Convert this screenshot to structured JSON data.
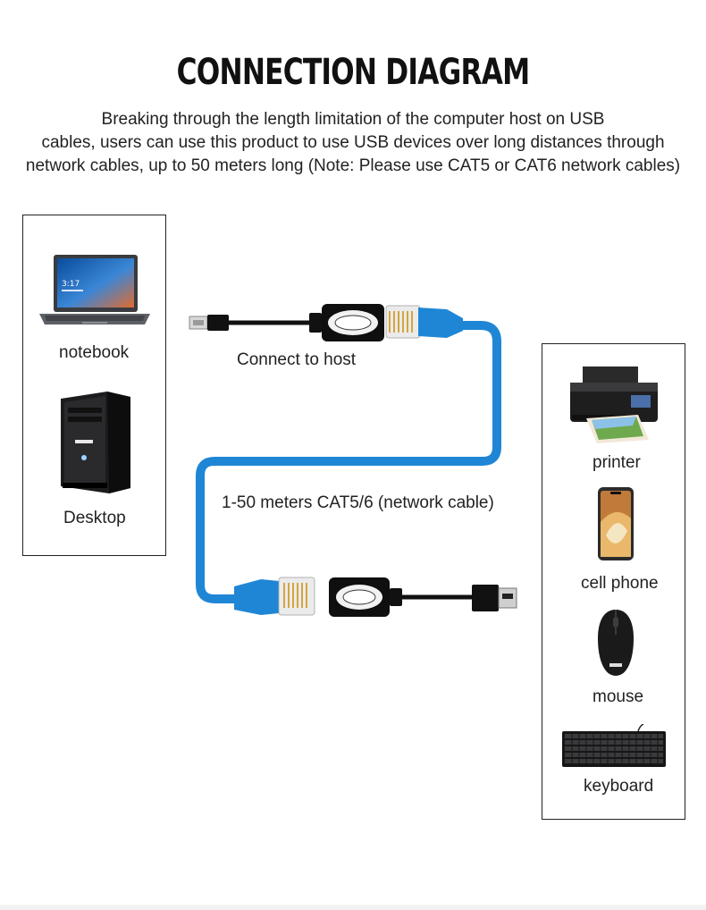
{
  "title": "CONNECTION DIAGRAM",
  "description": {
    "line1": "Breaking through the length limitation of the computer host on USB",
    "line2": "cables, users can use this product to use USB devices over long distances through",
    "line3": "network cables, up to 50 meters long (Note: Please use CAT5 or CAT6 network cables)"
  },
  "host_devices": [
    {
      "label": "notebook",
      "icon": "laptop-icon"
    },
    {
      "label": "Desktop",
      "icon": "desktop-tower-icon"
    }
  ],
  "usb_devices": [
    {
      "label": "printer",
      "icon": "printer-icon"
    },
    {
      "label": "cell phone",
      "icon": "cell-phone-icon"
    },
    {
      "label": "mouse",
      "icon": "mouse-icon"
    },
    {
      "label": "keyboard",
      "icon": "keyboard-icon"
    }
  ],
  "cable_labels": {
    "host": "Connect to host",
    "network": "1-50 meters CAT5/6 (network cable)"
  },
  "laptop_screen_time": "3:17",
  "colors": {
    "cable_blue": "#1f86d6",
    "adapter_black": "#111111"
  }
}
